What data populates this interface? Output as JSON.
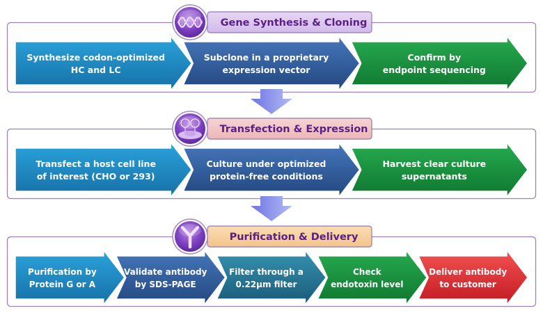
{
  "sections": [
    {
      "title": "Gene Synthesis & Cloning",
      "icon": "dna-icon",
      "header_color": "#dcc8ef",
      "steps": [
        {
          "lines": [
            "Synthesize codon-optimized",
            "HC and LC"
          ],
          "color": "blue"
        },
        {
          "lines": [
            "Subclone in a proprietary",
            "expression vector"
          ],
          "color": "navy"
        },
        {
          "lines": [
            "Confirm by",
            "endpoint sequencing"
          ],
          "color": "green"
        }
      ]
    },
    {
      "title": "Transfection & Expression",
      "icon": "cell-culture-icon",
      "header_color": "#f2c3c3",
      "steps": [
        {
          "lines": [
            "Transfect a host cell line",
            "of interest (CHO or 293)"
          ],
          "color": "blue"
        },
        {
          "lines": [
            "Culture under optimized",
            "protein-free conditions"
          ],
          "color": "navy"
        },
        {
          "lines": [
            "Harvest clear culture",
            "supernatants"
          ],
          "color": "green"
        }
      ]
    },
    {
      "title": "Purification & Delivery",
      "icon": "antibody-icon",
      "header_color": "#f7cf9d",
      "steps": [
        {
          "lines": [
            "Purification by",
            "Protein G or A"
          ],
          "color": "blue"
        },
        {
          "lines": [
            "Validate antibody",
            "by SDS-PAGE"
          ],
          "color": "navy"
        },
        {
          "lines": [
            "Filter through a",
            "0.22μm filter"
          ],
          "color": "teal"
        },
        {
          "lines": [
            "Check",
            "endotoxin level"
          ],
          "color": "green"
        },
        {
          "lines": [
            "Deliver antibody",
            "to customer"
          ],
          "color": "red"
        }
      ]
    }
  ],
  "connectors": [
    "down-arrow",
    "down-arrow"
  ],
  "colors": {
    "box_border": "#9b83b4",
    "title_text": "#5a1f86",
    "blue": [
      "#2a9fd8",
      "#1a6fa8"
    ],
    "navy": [
      "#3f6fb4",
      "#234a86"
    ],
    "teal": [
      "#2f8fae",
      "#1c5e7e"
    ],
    "green": [
      "#22a54a",
      "#117a32"
    ],
    "red": [
      "#f04848",
      "#c41a22"
    ],
    "down_arrow": [
      "#7b7fe6",
      "#a9b6f4"
    ]
  }
}
